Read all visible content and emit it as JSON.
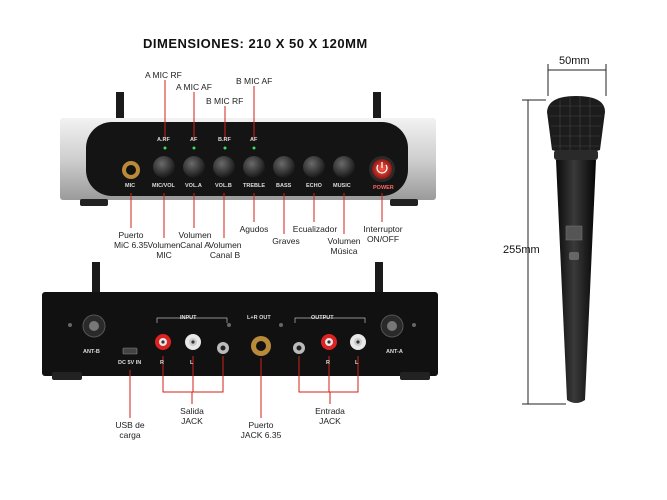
{
  "title": "DIMENSIONES: 210 X 50 X 120MM",
  "front_callouts": {
    "a_mic_rf": "A MIC RF",
    "a_mic_af": "A MIC AF",
    "b_mic_rf": "B MIC RF",
    "b_mic_af": "B MIC AF"
  },
  "front_panel": {
    "indicators": [
      "A.RF",
      "AF",
      "B.RF",
      "AF"
    ],
    "knobs": [
      "MIC",
      "MIC/VOL",
      "VOL.A",
      "VOL.B",
      "TREBLE",
      "BASS",
      "ECHO",
      "MUSIC"
    ],
    "power": "POWER"
  },
  "front_labels": {
    "puerto_mic": "Puerto\nMiC 6.35",
    "volumen_mic": "Volumen\nMIC",
    "volumen_a": "Volumen\nCanal A",
    "volumen_b": "Volumen\nCanal B",
    "agudos": "Agudos",
    "graves": "Graves",
    "ecualizador": "Ecualizador",
    "volumen_musica": "Volumen\nMúsica",
    "interruptor": "Interruptor\nON/OFF"
  },
  "back_panel": {
    "input": "INPUT",
    "output": "OUTPUT",
    "lr_out": "L+R OUT",
    "ant_b": "ANT-B",
    "ant_a": "ANT-A",
    "dc": "DC 5V IN",
    "r": "R",
    "l": "L"
  },
  "back_labels": {
    "usb": "USB de\ncarga",
    "salida": "Salida\nJACK",
    "puerto_jack": "Puerto\nJACK 6.35",
    "entrada": "Entrada\nJACK"
  },
  "mic_dims": {
    "width": "50mm",
    "height": "255mm"
  }
}
